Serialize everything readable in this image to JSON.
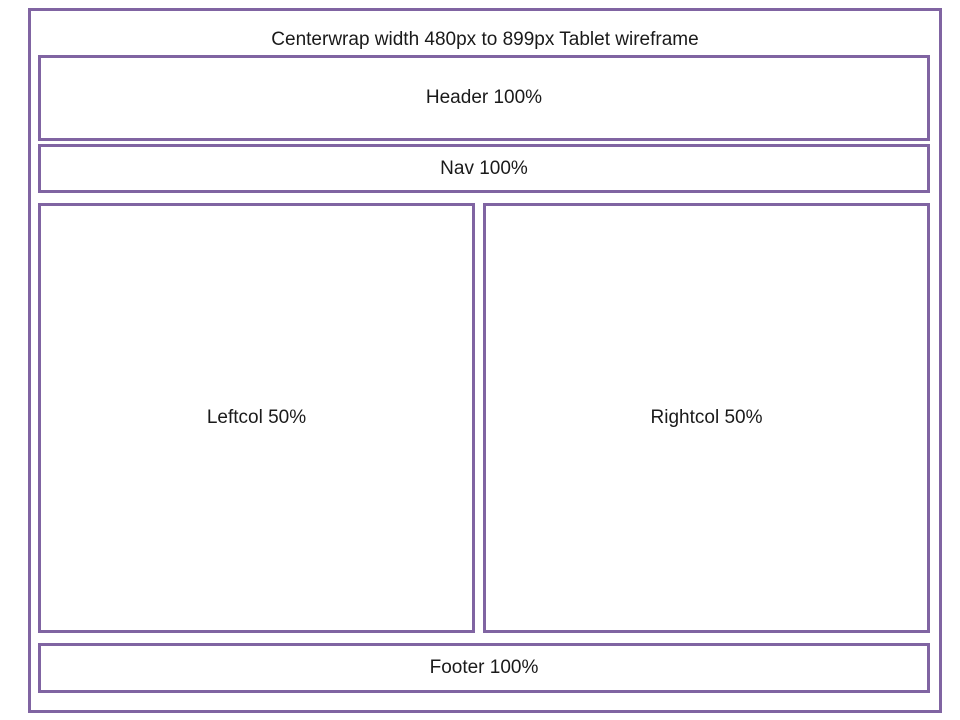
{
  "wireframe": {
    "title": "Centerwrap  width 480px to 899px Tablet wireframe",
    "header_label": "Header 100%",
    "nav_label": "Nav 100%",
    "leftcol_label": "Leftcol 50%",
    "rightcol_label": "Rightcol 50%",
    "footer_label": "Footer 100%"
  },
  "colors": {
    "border": "#8064a2",
    "background": "#ffffff",
    "text": "#1a1a1a"
  }
}
